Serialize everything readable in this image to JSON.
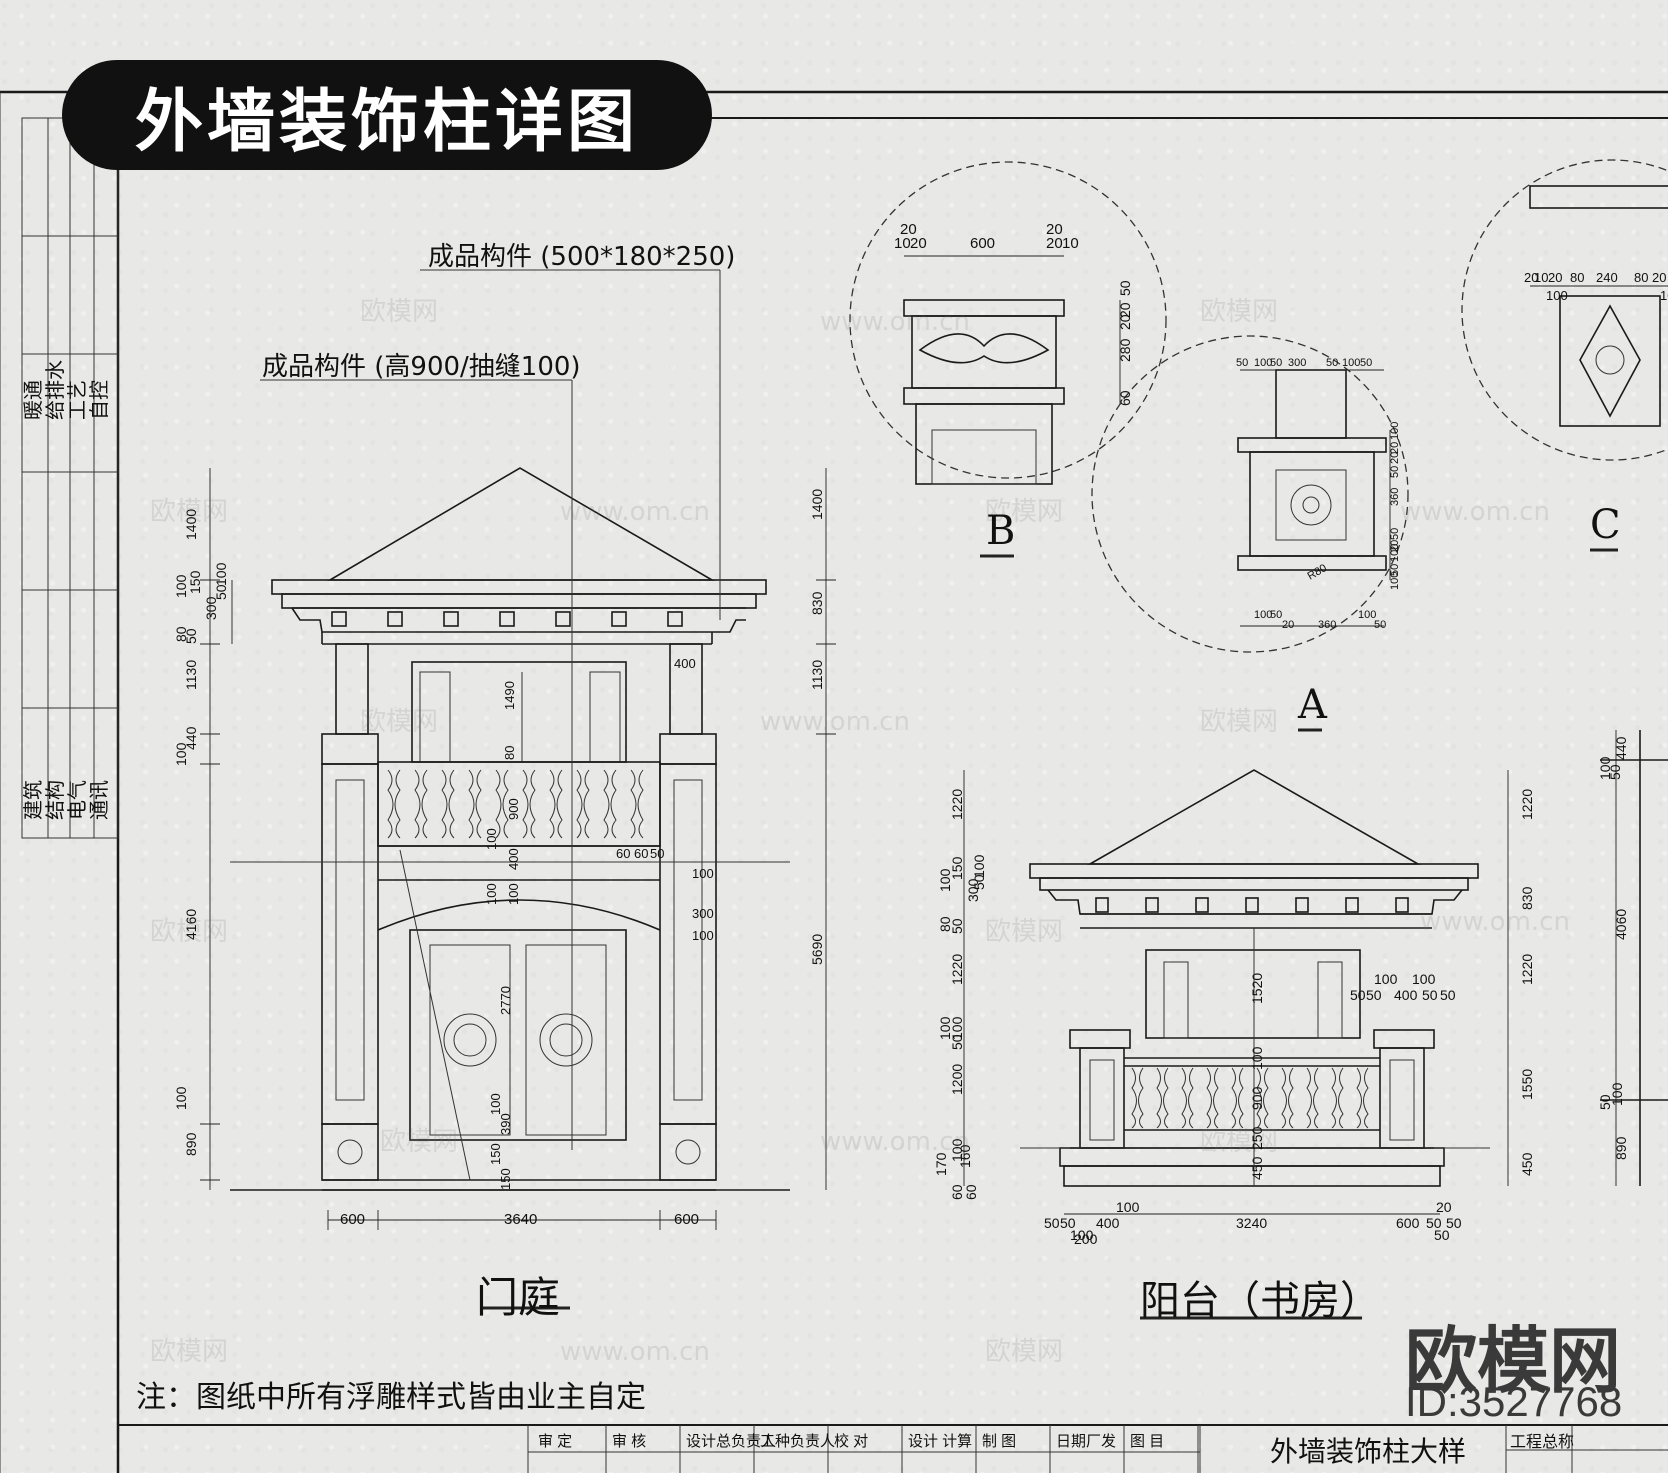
{
  "title": "外墙装饰柱详图",
  "labels": {
    "component_top": "成品构件 (500*180*250)",
    "component_mid": "成品构件 (高900/抽缝100)",
    "view_b": "B",
    "view_a": "A",
    "view_c": "C",
    "elev_left": "门庭",
    "elev_right": "阳台（书房）",
    "note": "注：图纸中所有浮雕样式皆由业主自定",
    "sheet_name": "外墙装饰柱大样",
    "sheet_project": "工程总称"
  },
  "side_panel": {
    "row1": [
      "暖通",
      "给排水",
      "工艺",
      "自控"
    ],
    "row2": [
      "建筑",
      "结构",
      "电气",
      "通讯"
    ]
  },
  "title_block_cells": [
    "审 定",
    "审 核",
    "设计总负责人",
    "工种负责人",
    "校 对",
    "设计 计算",
    "制 图",
    "日期厂发",
    "图 目"
  ],
  "dimensions": {
    "left_heights": [
      "1400",
      "100",
      "150",
      "300",
      "50",
      "100",
      "80",
      "50",
      "1130",
      "440",
      "100",
      "4160",
      "100",
      "890"
    ],
    "right_heights": [
      "1400",
      "830",
      "1130",
      "5690"
    ],
    "bottom_widths": [
      "600",
      "3640",
      "600"
    ],
    "mid_vertical": [
      "1490",
      "80",
      "900",
      "100",
      "400",
      "100",
      "100",
      "2770",
      "100",
      "390",
      "150",
      "150"
    ],
    "mid_small": [
      "400",
      "60",
      "60",
      "50",
      "100",
      "300",
      "100"
    ],
    "b_widths": [
      "20",
      "10",
      "20",
      "600",
      "20",
      "20",
      "10"
    ],
    "b_heights": [
      "50",
      "20",
      "20",
      "280",
      "60"
    ],
    "a_widths": [
      "50",
      "100",
      "50",
      "300",
      "50",
      "100",
      "50"
    ],
    "a_bottom": [
      "100",
      "50",
      "20",
      "360",
      "100",
      "50"
    ],
    "a_heights": [
      "100",
      "20",
      "20",
      "50",
      "360",
      "50",
      "20",
      "100",
      "50",
      "100"
    ],
    "a_radius": "R80",
    "c_widths": [
      "20",
      "10",
      "20",
      "80",
      "240",
      "80",
      "20",
      "100",
      "100"
    ],
    "r_left_heights": [
      "1220",
      "100",
      "150",
      "300",
      "50",
      "100",
      "80",
      "50",
      "1220",
      "100",
      "50",
      "100",
      "1200",
      "170",
      "100",
      "160",
      "60",
      "60"
    ],
    "r_right_heights": [
      "1220",
      "830",
      "1220",
      "1550",
      "450"
    ],
    "r_mid": [
      "1520",
      "100",
      "900",
      "250",
      "450"
    ],
    "r_top_small": [
      "100",
      "100",
      "50",
      "50",
      "400",
      "50",
      "50"
    ],
    "r_bottom_widths": [
      "50",
      "50",
      "100",
      "400",
      "100",
      "200",
      "3240",
      "600",
      "50",
      "20",
      "50",
      "50"
    ],
    "far_right": [
      "100",
      "50",
      "440",
      "4060",
      "50",
      "100",
      "890"
    ]
  },
  "watermark": "欧模网",
  "watermark_url": "www.om.cn",
  "brand_name": "欧模网",
  "brand_id": "ID:3527768"
}
